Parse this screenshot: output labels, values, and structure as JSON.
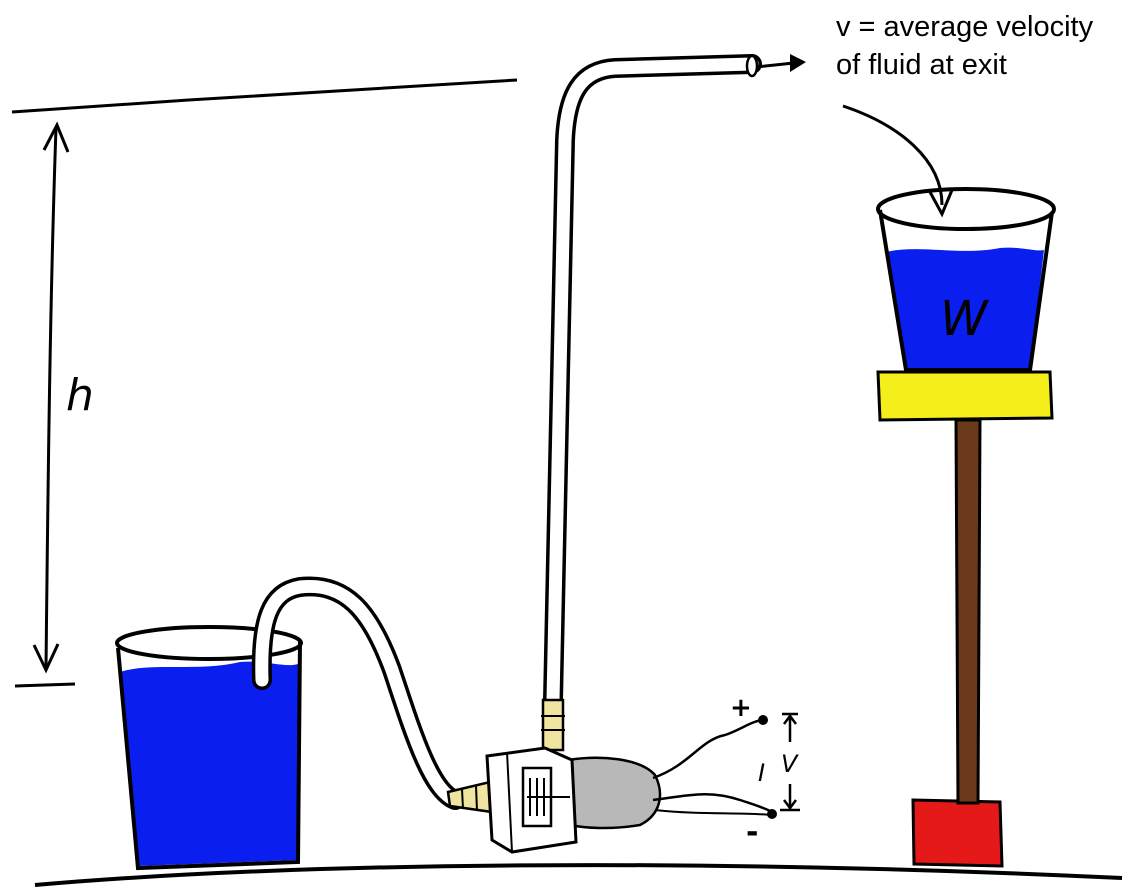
{
  "annotation": {
    "line1": "v = average velocity",
    "line2": "of fluid at exit"
  },
  "labels": {
    "height": "h",
    "weight": "W",
    "plus": "+",
    "minus": "-",
    "current": "I",
    "voltage": "V"
  },
  "colors": {
    "water": "#0a1ef0",
    "platform": "#f4ee1a",
    "post": "#6b3a1a",
    "base": "#e61919",
    "motor": "#b8b8b8",
    "fitting": "#efe4a0",
    "tube": "#ffffff",
    "ink": "#000000"
  }
}
